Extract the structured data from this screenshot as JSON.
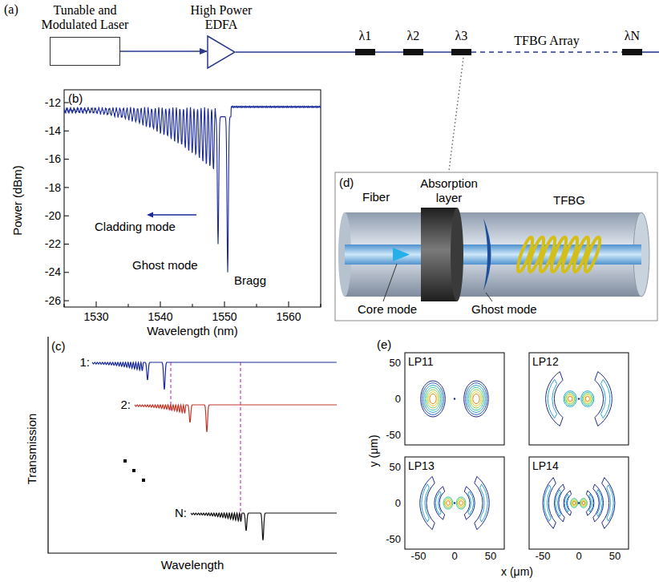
{
  "diagram": {
    "nodes": [
      {
        "text": [
          "Tunable and Modulated Laser"
        ]
      },
      {
        "text": [
          "High Power EDFA"
        ]
      },
      {
        "text": [
          "λ1"
        ]
      },
      {
        "text": [
          "λ2"
        ]
      },
      {
        "text": [
          "λ3"
        ]
      },
      {
        "text": [
          "λN"
        ]
      }
    ],
    "edges": [
      {
        "from": 0,
        "to": 1,
        "arrow": "to"
      },
      {
        "from": 1,
        "to": 2,
        "arrow": "none"
      },
      {
        "from": 2,
        "to": 3,
        "arrow": "none"
      },
      {
        "from": 3,
        "to": 4,
        "arrow": "none"
      },
      {
        "from": 4,
        "to": 5,
        "arrow": "none",
        "label": "TFBG Array"
      }
    ],
    "labels": [
      "(a)",
      "(b)",
      "-12",
      "-14",
      "-16",
      "-18",
      "-20",
      "-22",
      "-24",
      "-26",
      "1530",
      "1540",
      "1550",
      "1560",
      "Power (dBm)",
      "Wavelength (nm)",
      "Cladding mode",
      "Ghost mode",
      "Bragg",
      "(c)",
      "1:",
      "2:",
      "N:",
      "Transmission",
      "Wavelength",
      "(d)",
      "Fiber",
      "Absorption layer",
      "Core mode",
      "Ghost mode",
      "TFBG",
      "(e)",
      "LP11",
      "LP12",
      "LP13",
      "LP14",
      "y (μm)",
      "x (μm)",
      "50",
      "0",
      "-50",
      "50",
      "0",
      "-50",
      "-50",
      "0",
      "50",
      "-50",
      "0",
      "50"
    ]
  }
}
